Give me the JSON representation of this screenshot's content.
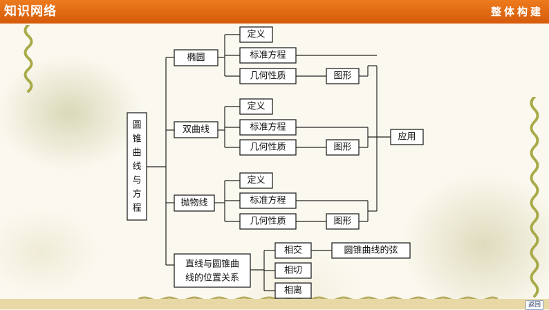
{
  "header": {
    "title": "知识网络",
    "section": "整体构建",
    "accent_color": "#e06a12"
  },
  "footer": {
    "back_label": "返回"
  },
  "diagram": {
    "root": "圆锥曲线与方程",
    "branches": [
      {
        "label": "椭圆",
        "children": [
          "定义",
          "标准方程",
          "几何性质"
        ],
        "extra": "图形"
      },
      {
        "label": "双曲线",
        "children": [
          "定义",
          "标准方程",
          "几何性质"
        ],
        "extra": "图形"
      },
      {
        "label": "抛物线",
        "children": [
          "定义",
          "标准方程",
          "几何性质"
        ],
        "extra": "图形"
      },
      {
        "label": "直线与圆锥曲线的位置关系",
        "label_lines": [
          "直线与圆锥曲",
          "线的位置关系"
        ],
        "children": [
          "相交",
          "相切",
          "相离"
        ],
        "extra": "圆锥曲线的弦"
      }
    ],
    "application": "应用"
  }
}
